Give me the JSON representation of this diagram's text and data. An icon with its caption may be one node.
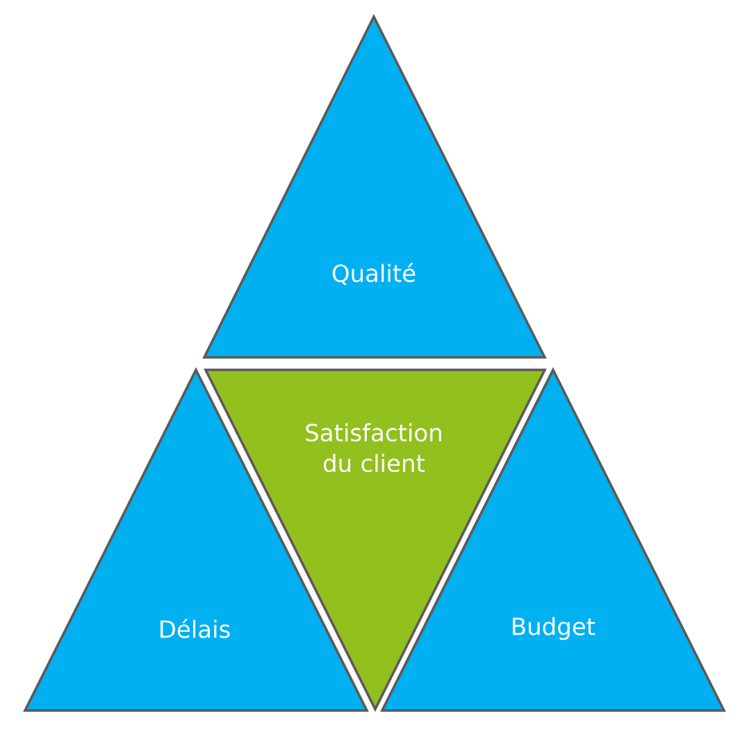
{
  "diagram": {
    "nodes": [
      {
        "text": [
          "Qualité"
        ]
      },
      {
        "text": [
          "Satisfaction du client"
        ]
      },
      {
        "text": [
          "Délais"
        ]
      },
      {
        "text": [
          "Budget"
        ]
      }
    ]
  }
}
